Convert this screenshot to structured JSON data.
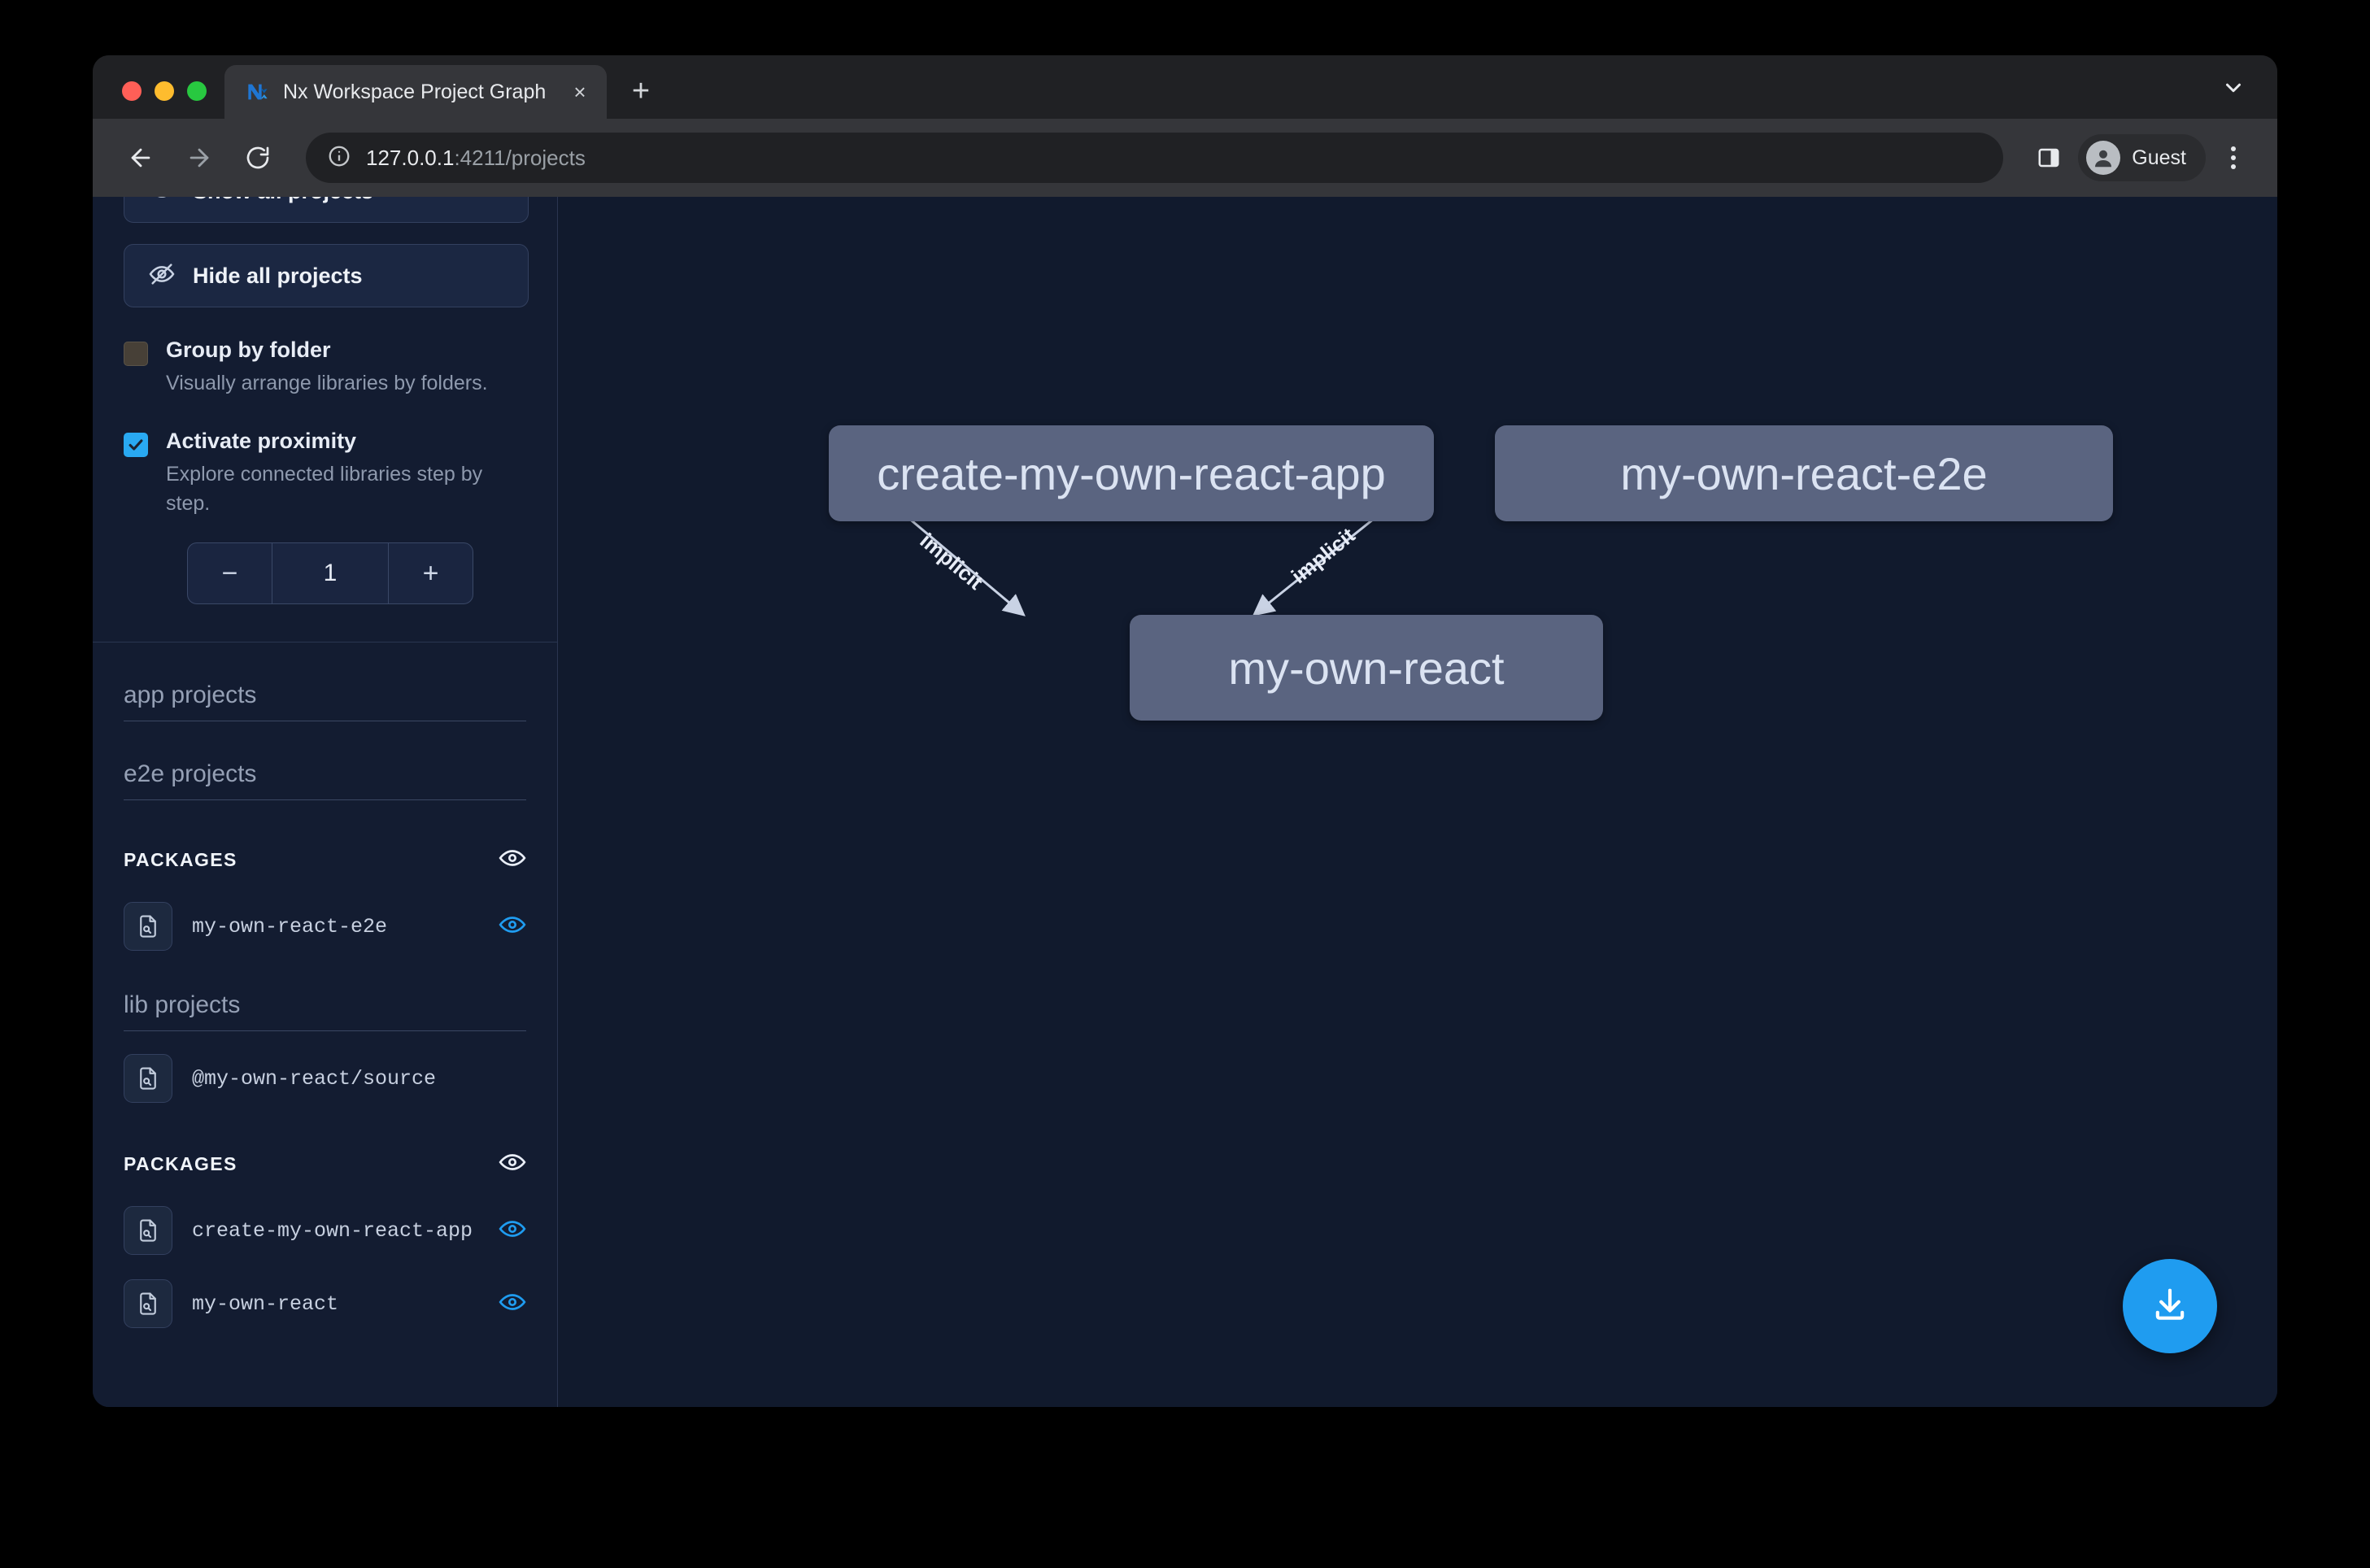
{
  "browser": {
    "tab": {
      "title": "Nx Workspace Project Graph",
      "favicon": "nx-logo-icon",
      "close_label": "×"
    },
    "new_tab_label": "+",
    "toolbar": {
      "back_icon": "back-arrow-icon",
      "forward_icon": "forward-arrow-icon",
      "reload_icon": "reload-icon",
      "site_info_icon": "info-circle-icon",
      "url_host": "127.0.0.1",
      "url_path": ":4211/projects",
      "panel_icon": "side-panel-icon",
      "profile_name": "Guest",
      "menu_icon": "kebab-menu-icon"
    }
  },
  "sidebar": {
    "show_all_button": {
      "label": "Show all projects",
      "icon": "eye-icon"
    },
    "hide_all_button": {
      "label": "Hide all projects",
      "icon": "eye-off-icon"
    },
    "options": [
      {
        "title": "Group by folder",
        "description": "Visually arrange libraries by folders.",
        "checked": false
      },
      {
        "title": "Activate proximity",
        "description": "Explore connected libraries step by step.",
        "checked": true
      }
    ],
    "stepper": {
      "decrement_label": "−",
      "value": "1",
      "increment_label": "+"
    },
    "sections": [
      {
        "type": "group",
        "title": "app projects",
        "items": []
      },
      {
        "type": "group",
        "title": "e2e projects",
        "items": []
      },
      {
        "type": "packages",
        "title": "PACKAGES",
        "toggle_icon": "eye-icon",
        "items": [
          {
            "name": "my-own-react-e2e",
            "icon": "file-search-icon",
            "visibility_icon": "eye-icon",
            "visible": true
          }
        ]
      },
      {
        "type": "group",
        "title": "lib projects",
        "items": [
          {
            "name": "@my-own-react/source",
            "icon": "file-search-icon",
            "visibility_icon": null,
            "visible": false
          }
        ]
      },
      {
        "type": "packages",
        "title": "PACKAGES",
        "toggle_icon": "eye-icon",
        "items": [
          {
            "name": "create-my-own-react-app",
            "icon": "file-search-icon",
            "visibility_icon": "eye-icon",
            "visible": true
          },
          {
            "name": "my-own-react",
            "icon": "file-search-icon",
            "visibility_icon": "eye-icon",
            "visible": true
          }
        ]
      }
    ]
  },
  "graph": {
    "nodes": [
      {
        "id": "create-my-own-react-app",
        "label": "create-my-own-react-app"
      },
      {
        "id": "my-own-react-e2e",
        "label": "my-own-react-e2e"
      },
      {
        "id": "my-own-react",
        "label": "my-own-react"
      }
    ],
    "edges": [
      {
        "from": "create-my-own-react-app",
        "to": "my-own-react",
        "label": "implicit"
      },
      {
        "from": "my-own-react-e2e",
        "to": "my-own-react",
        "label": "implicit"
      }
    ],
    "download_button": {
      "icon": "download-icon",
      "color": "#1f9cf0"
    }
  },
  "colors": {
    "accent": "#1f9cf0",
    "canvas": "#111a2d",
    "sidebar": "#131c31",
    "node_fill": "#5a6480",
    "node_text": "#dbe3f2"
  }
}
